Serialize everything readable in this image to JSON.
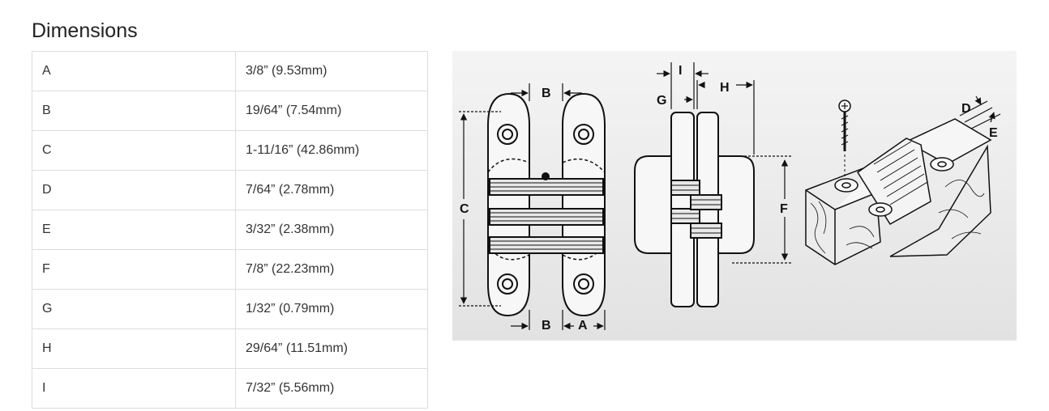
{
  "title": "Dimensions",
  "rows": [
    {
      "label": "A",
      "value": "3/8” (9.53mm)"
    },
    {
      "label": "B",
      "value": "19/64” (7.54mm)"
    },
    {
      "label": "C",
      "value": "1-11/16” (42.86mm)"
    },
    {
      "label": "D",
      "value": "7/64” (2.78mm)"
    },
    {
      "label": "E",
      "value": "3/32” (2.38mm)"
    },
    {
      "label": "F",
      "value": "7/8” (22.23mm)"
    },
    {
      "label": "G",
      "value": "1/32” (0.79mm)"
    },
    {
      "label": "H",
      "value": "29/64” (11.51mm)"
    },
    {
      "label": "I",
      "value": "7/32” (5.56mm)"
    }
  ],
  "figure": {
    "labels": {
      "A": "A",
      "B": "B",
      "C": "C",
      "D": "D",
      "E": "E",
      "F": "F",
      "G": "G",
      "H": "H",
      "I": "I"
    }
  }
}
